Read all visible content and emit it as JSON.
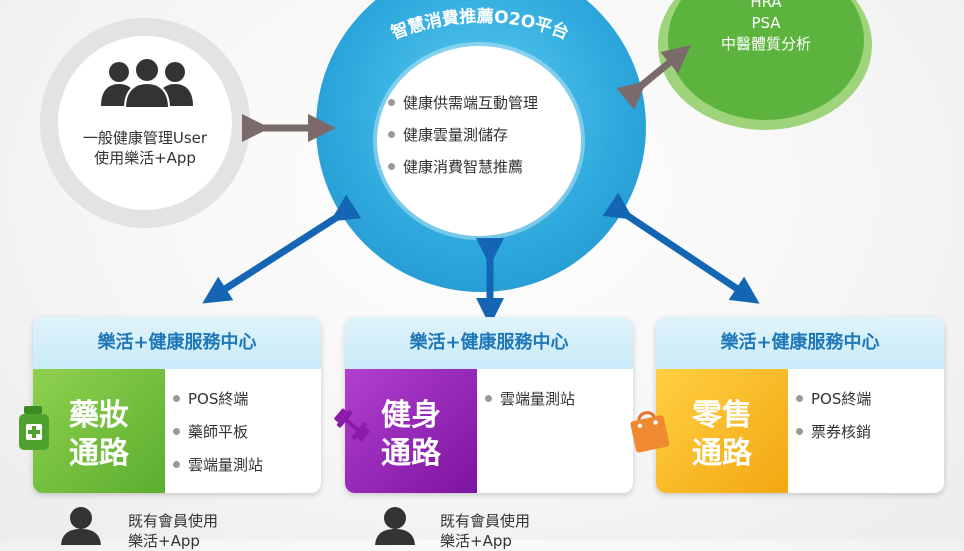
{
  "user": {
    "line1": "一般健康管理User",
    "line2": "使用樂活+App"
  },
  "platform": {
    "title": "智慧消費推薦O2O平台",
    "items": [
      "健康供需端互動管理",
      "健康雲量測儲存",
      "健康消費智慧推薦"
    ]
  },
  "partner": {
    "items": [
      "HRA",
      "PSA",
      "中醫體質分析"
    ]
  },
  "cards": [
    {
      "header": "樂活+健康服務中心",
      "tile_line1": "藥妝",
      "tile_line2": "通路",
      "items": [
        "POS終端",
        "藥師平板",
        "雲端量測站"
      ],
      "color": "#7dc243"
    },
    {
      "header": "樂活+健康服務中心",
      "tile_line1": "健身",
      "tile_line2": "通路",
      "items": [
        "雲端量測站"
      ],
      "color": "#9b1fb8"
    },
    {
      "header": "樂活+健康服務中心",
      "tile_line1": "零售",
      "tile_line2": "通路",
      "items": [
        "POS終端",
        "票券核銷"
      ],
      "color": "#f5b81c"
    }
  ],
  "members": [
    {
      "line1": "既有會員使用",
      "line2": "樂活+App"
    },
    {
      "line1": "既有會員使用",
      "line2": "樂活+App"
    }
  ],
  "colors": {
    "platform_blue": "#2fa9dd",
    "arrow_blue": "#1565b5",
    "arrow_gray": "#7a6a6a",
    "partner_green": "#5cb43e"
  }
}
